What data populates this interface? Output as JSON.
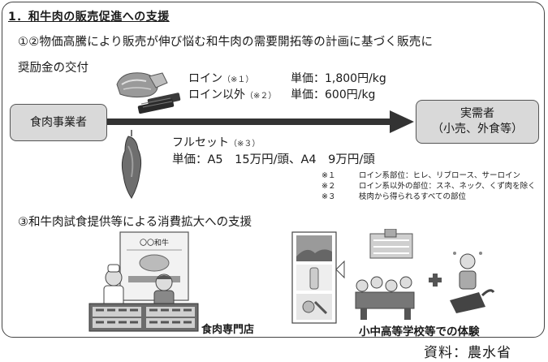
{
  "title": "1．和牛肉の販売促進への支援",
  "section1": {
    "line1": "①②物価高騰により販売が伸び悩む和牛肉の需要開拓等の計画に基づく販売に",
    "line2": "奨励金の交付"
  },
  "flow": {
    "source_box": "食肉事業者",
    "target_box_line1": "実需者",
    "target_box_line2": "（小売、外食等）"
  },
  "prices": {
    "loin_label": "ロイン",
    "loin_note": "（※１）",
    "loin_price": "単価：1,800円/kg",
    "other_label": "ロイン以外",
    "other_note": "（※２）",
    "other_price": "単価：600円/kg",
    "full_label": "フルセット",
    "full_note": "（※３）",
    "full_price": "単価：A5　15万円/頭、A4　9万円/頭"
  },
  "footnotes": [
    {
      "mark": "※１",
      "text": "ロイン系部位：ヒレ、リブロース、サーロイン"
    },
    {
      "mark": "※２",
      "text": "ロイン系以外の部位：スネ、ネック、くず肉を除く"
    },
    {
      "mark": "※３",
      "text": "枝肉から得られるすべての部位"
    }
  ],
  "section3": {
    "line": "③和牛肉試食提供等による消費拡大への支援",
    "shop_caption": "食肉専門店",
    "school_caption": "小中高等学校等での体験",
    "shop_sign": "〇〇和牛"
  },
  "source": "資料：農水省",
  "colors": {
    "box_fill": "#d9d9d9",
    "arrow": "#333333",
    "border": "#444444"
  }
}
